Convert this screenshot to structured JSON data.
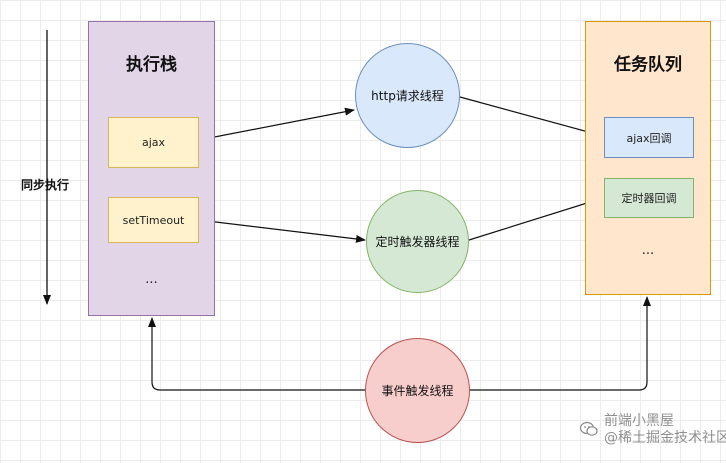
{
  "stack": {
    "title": "执行栈",
    "items": [
      "ajax",
      "setTimeout"
    ],
    "ellipsis": "..."
  },
  "queue": {
    "title": "任务队列",
    "items": [
      "ajax回调",
      "定时器回调"
    ],
    "ellipsis": "..."
  },
  "threads": {
    "http": "http请求线程",
    "timer": "定时触发器线程",
    "event": "事件触发线程"
  },
  "side_label": "同步执行",
  "watermark": {
    "line1": "前端小黑屋",
    "line2": "@稀土掘金技术社区"
  },
  "colors": {
    "stack_fill": "#e1d5e7",
    "stack_border": "#9673a6",
    "queue_fill": "#ffe6cc",
    "queue_border": "#d79b00",
    "item_fill": "#fff2cc",
    "blue_fill": "#dae8fc",
    "green_fill": "#d5e8d4",
    "red_fill": "#f8cecc"
  }
}
